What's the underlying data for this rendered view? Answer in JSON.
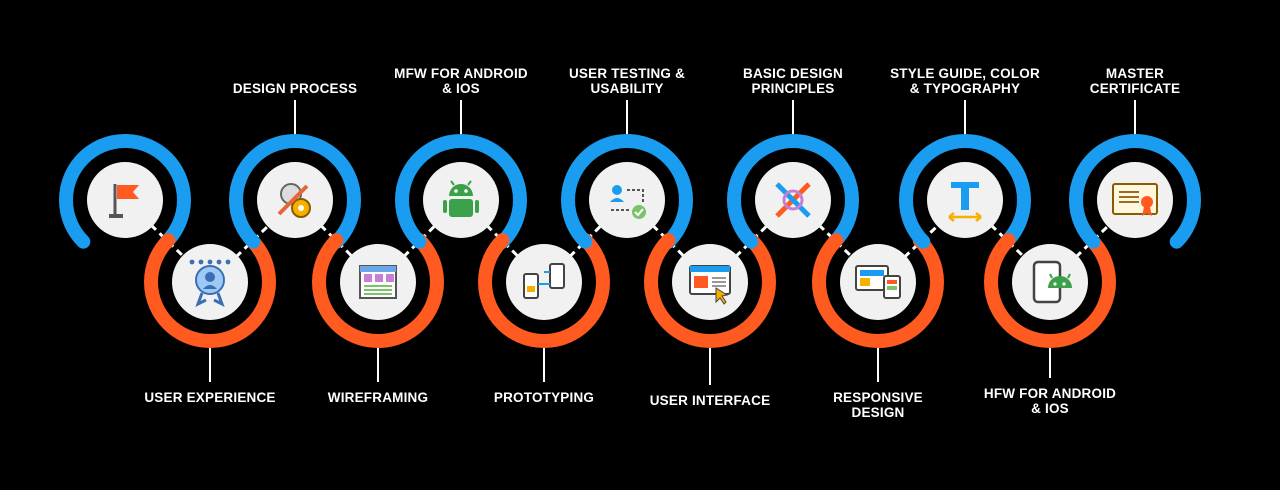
{
  "colors": {
    "background": "#000000",
    "top_ring": "#1a9df0",
    "bottom_ring": "#ff5a1f",
    "node": "#f1f1f1",
    "connector": "#ffffff"
  },
  "steps": [
    {
      "label": "",
      "icon": "flag-icon",
      "position": "top"
    },
    {
      "label": "USER EXPERIENCE",
      "icon": "award-badge-icon",
      "position": "bottom"
    },
    {
      "label": "DESIGN PROCESS",
      "icon": "design-process-icon",
      "position": "top"
    },
    {
      "label": "WIREFRAMING",
      "icon": "wireframe-icon",
      "position": "bottom"
    },
    {
      "label": "MFW FOR ANDROID\n& IOS",
      "icon": "android-icon",
      "position": "top"
    },
    {
      "label": "PROTOTYPING",
      "icon": "prototype-icon",
      "position": "bottom"
    },
    {
      "label": "USER TESTING &\nUSABILITY",
      "icon": "user-testing-icon",
      "position": "top"
    },
    {
      "label": "USER INTERFACE",
      "icon": "user-interface-icon",
      "position": "bottom"
    },
    {
      "label": "BASIC DESIGN\nPRINCIPLES",
      "icon": "design-tools-icon",
      "position": "top"
    },
    {
      "label": "RESPONSIVE\nDESIGN",
      "icon": "responsive-design-icon",
      "position": "bottom"
    },
    {
      "label": "STYLE GUIDE, COLOR\n& TYPOGRAPHY",
      "icon": "typography-icon",
      "position": "top"
    },
    {
      "label": "HFW FOR ANDROID\n& IOS",
      "icon": "android-phone-icon",
      "position": "bottom"
    },
    {
      "label": "MASTER\nCERTIFICATE",
      "icon": "certificate-icon",
      "position": "top"
    }
  ]
}
